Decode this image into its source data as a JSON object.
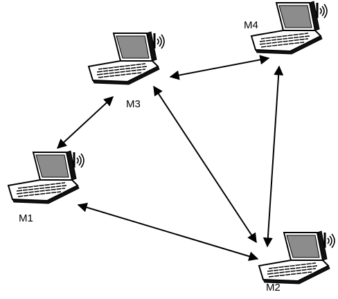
{
  "nodes": [
    {
      "id": "M1",
      "label": "M1",
      "icon": "laptop-wireless-icon"
    },
    {
      "id": "M2",
      "label": "M2",
      "icon": "laptop-wireless-icon"
    },
    {
      "id": "M3",
      "label": "M3",
      "icon": "laptop-wireless-icon"
    },
    {
      "id": "M4",
      "label": "M4",
      "icon": "laptop-wireless-icon"
    }
  ],
  "links": [
    {
      "from": "M1",
      "to": "M3",
      "direction": "bidirectional"
    },
    {
      "from": "M3",
      "to": "M4",
      "direction": "bidirectional"
    },
    {
      "from": "M3",
      "to": "M2",
      "direction": "bidirectional"
    },
    {
      "from": "M1",
      "to": "M2",
      "direction": "bidirectional"
    },
    {
      "from": "M4",
      "to": "M2",
      "direction": "bidirectional"
    }
  ],
  "colors": {
    "stroke": "#000000",
    "screen": "#8c8c8c",
    "background": "#ffffff"
  }
}
